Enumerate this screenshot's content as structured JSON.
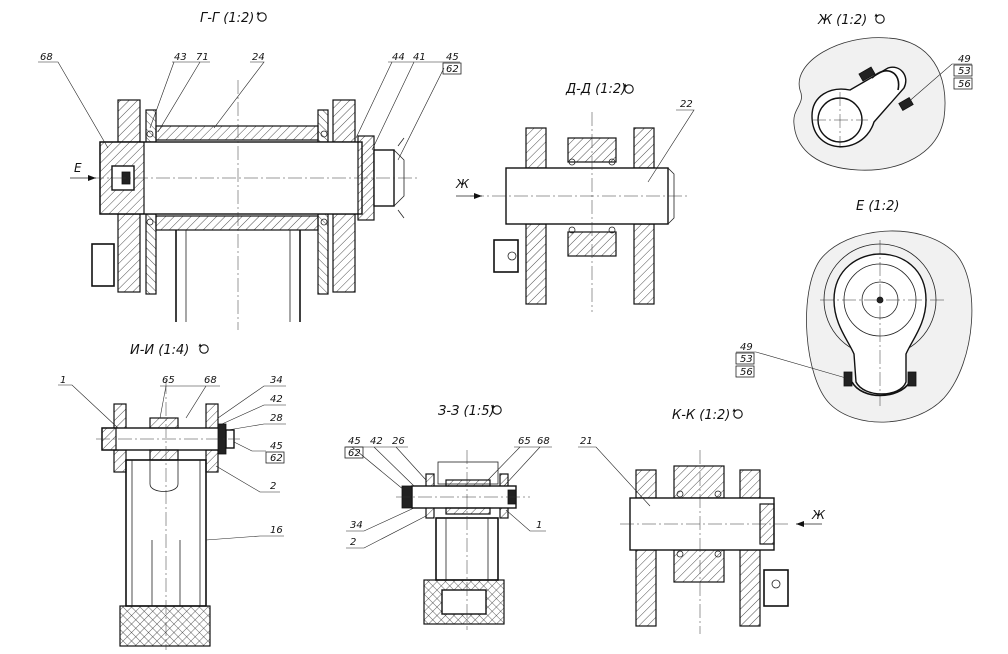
{
  "views": {
    "gg": {
      "title": "Г-Г (1:2)",
      "arrow_letter": "Е",
      "callouts": [
        "68",
        "43",
        "71",
        "24",
        "44",
        "41",
        "45",
        "62"
      ]
    },
    "dd": {
      "title": "Д-Д (1:2)",
      "arrow_letter": "Ж",
      "callouts": [
        "22"
      ]
    },
    "zh": {
      "title": "Ж (1:2)",
      "callouts": [
        "49",
        "53",
        "56"
      ]
    },
    "e": {
      "title": "Е (1:2)",
      "callouts": [
        "49",
        "53",
        "56"
      ]
    },
    "ii": {
      "title": "И-И (1:4)",
      "callouts": [
        "1",
        "65",
        "68",
        "34",
        "42",
        "28",
        "45",
        "62",
        "2",
        "16"
      ]
    },
    "zz": {
      "title": "З-З (1:5)",
      "callouts": [
        "45",
        "42",
        "26",
        "62",
        "65",
        "68",
        "34",
        "2",
        "1"
      ]
    },
    "kk": {
      "title": "К-К (1:2)",
      "arrow_letter": "Ж",
      "callouts": [
        "21"
      ]
    }
  },
  "icons": [
    "rotation-icon"
  ]
}
